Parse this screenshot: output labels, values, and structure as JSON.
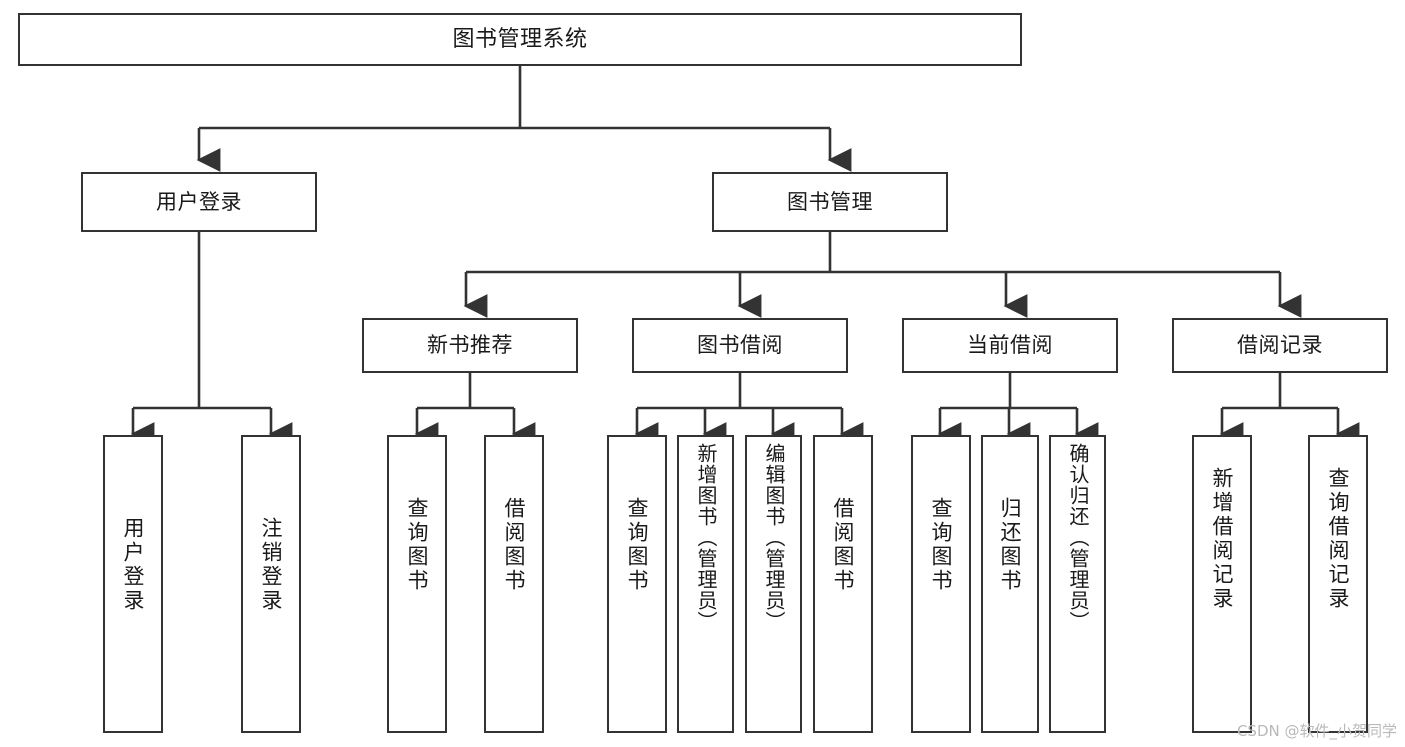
{
  "diagram": {
    "title": "图书管理系统",
    "type": "hierarchy-tree",
    "watermark": "CSDN @软件_小贺同学",
    "style": {
      "box_border": "#333333",
      "box_fill": "#ffffff",
      "line": "#333333",
      "text": "#1a1a1a"
    }
  },
  "levels": {
    "root": {
      "label": "图书管理系统"
    },
    "level2": [
      {
        "label": "用户登录"
      },
      {
        "label": "图书管理"
      }
    ],
    "level3": [
      {
        "label": "新书推荐"
      },
      {
        "label": "图书借阅"
      },
      {
        "label": "当前借阅"
      },
      {
        "label": "借阅记录"
      }
    ],
    "leaves": {
      "user_login": [
        {
          "label": "用户登录"
        },
        {
          "label": "注销登录"
        }
      ],
      "new_book": [
        {
          "label": "查询图书"
        },
        {
          "label": "借阅图书"
        }
      ],
      "book_borrow": [
        {
          "label": "查询图书"
        },
        {
          "label": "新增图书（管理员）"
        },
        {
          "label": "编辑图书（管理员）"
        },
        {
          "label": "借阅图书"
        }
      ],
      "current_borrow": [
        {
          "label": "查询图书"
        },
        {
          "label": "归还图书"
        },
        {
          "label": "确认归还（管理员）"
        }
      ],
      "borrow_record": [
        {
          "label": "新增借阅记录"
        },
        {
          "label": "查询借阅记录"
        }
      ]
    }
  }
}
